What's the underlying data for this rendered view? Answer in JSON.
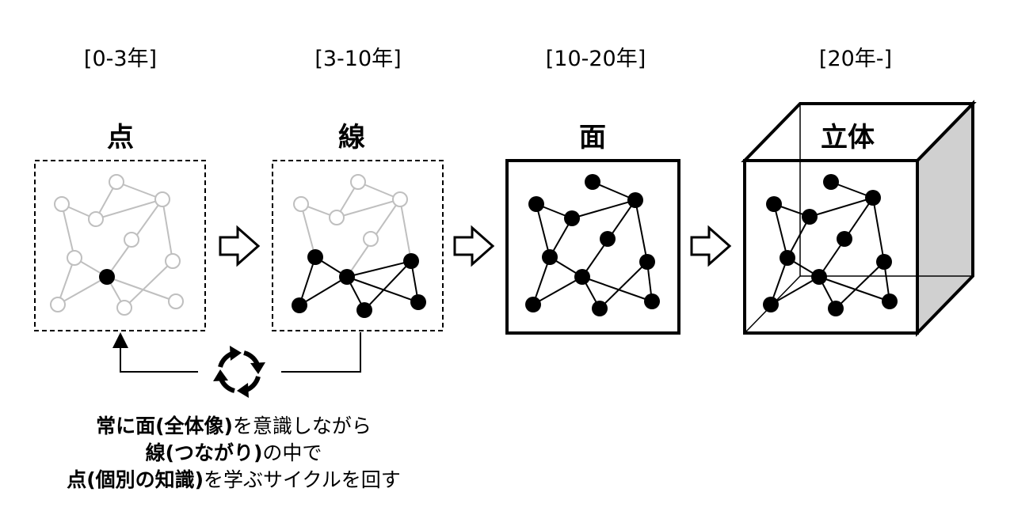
{
  "periods": [
    "[0-3年]",
    "[3-10年]",
    "[10-20年]",
    "[20年-]"
  ],
  "stages": [
    "点",
    "線",
    "面",
    "立体"
  ],
  "caption": {
    "line1_bold": "常に面(全体像)",
    "line1_rest": "を意識しながら",
    "line2_bold": "線(つながり)",
    "line2_rest": "の中で",
    "line3_bold": "点(個別の知識)",
    "line3_rest": "を学ぶサイクルを回す"
  },
  "icons": [
    "arrow-right-outline-icon",
    "cycle-arrows-icon"
  ],
  "colors": {
    "faint": "#bfbfbf",
    "ink": "#000000",
    "side_face": "#d0d0d0"
  }
}
